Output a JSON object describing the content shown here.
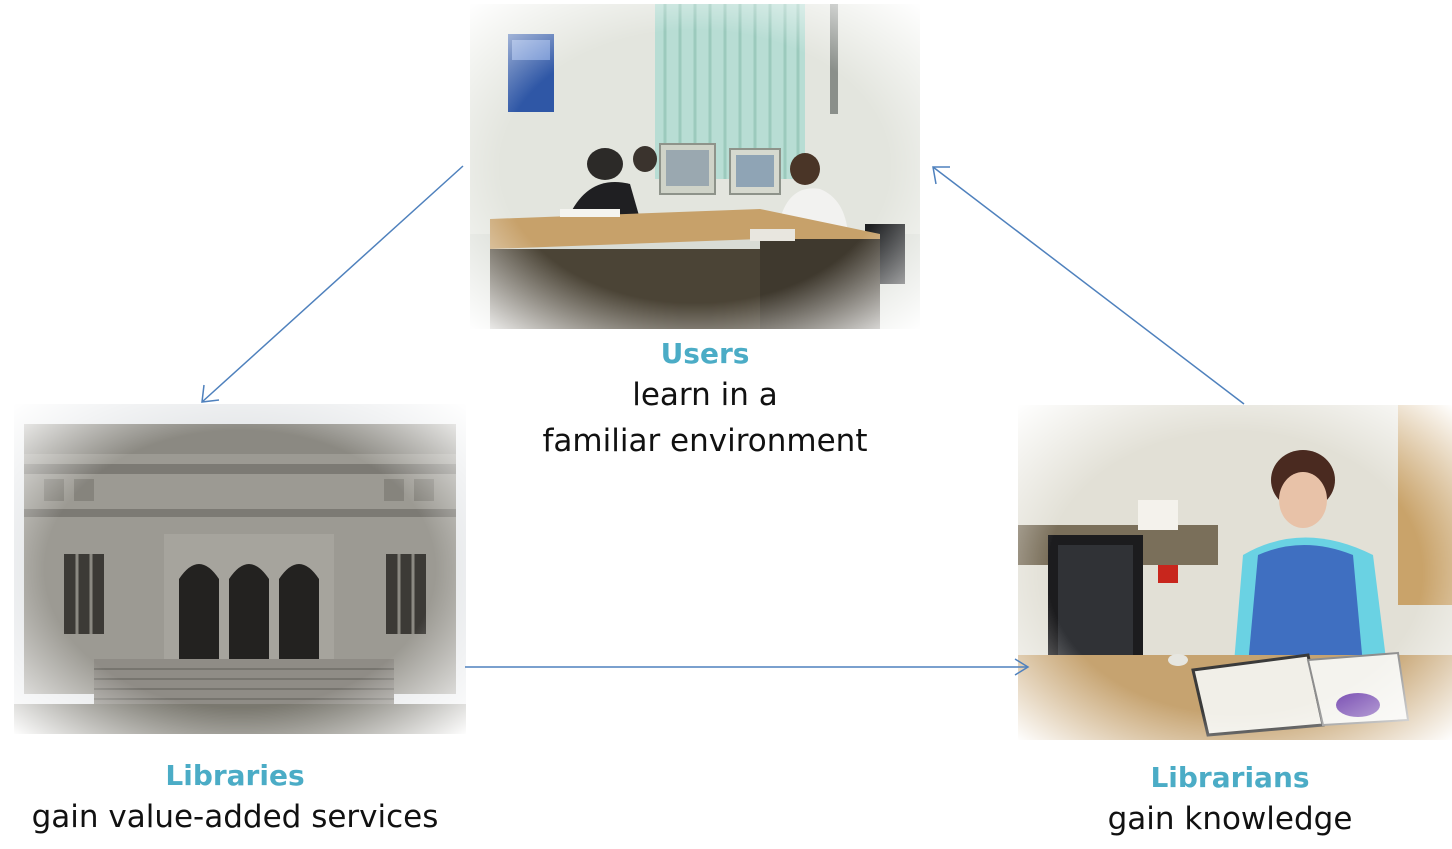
{
  "nodes": {
    "users": {
      "role": "Users",
      "line1": "learn in a",
      "line2": "familiar environment"
    },
    "libraries": {
      "role": "Libraries",
      "line1": "gain value-added services"
    },
    "librarians": {
      "role": "Librarians",
      "line1": "gain knowledge"
    }
  },
  "colors": {
    "accent": "#4bacc6",
    "arrow": "#4f81bd",
    "text": "#111111"
  },
  "edges": [
    {
      "from": "users",
      "to": "libraries"
    },
    {
      "from": "libraries",
      "to": "librarians"
    },
    {
      "from": "librarians",
      "to": "users"
    }
  ]
}
